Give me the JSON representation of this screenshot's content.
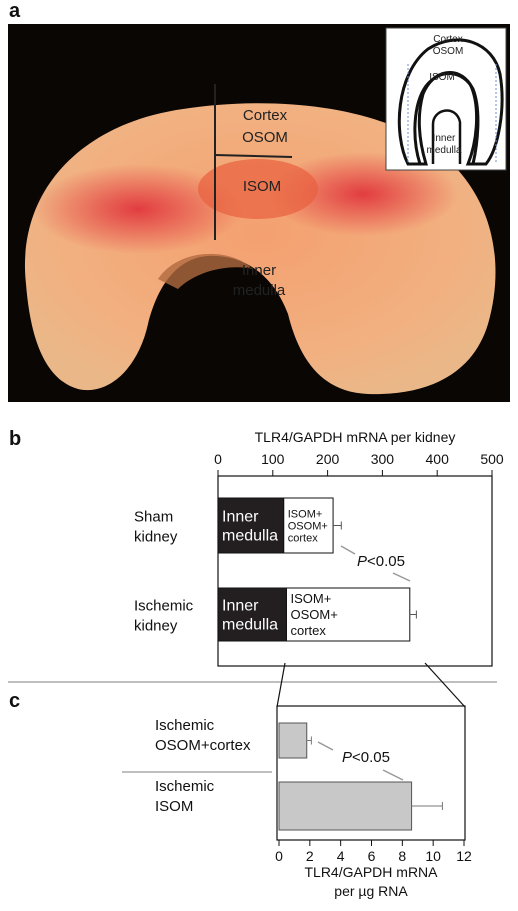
{
  "figure": {
    "panel_a_label": "a",
    "panel_b_label": "b",
    "panel_c_label": "c"
  },
  "photo": {
    "labels": {
      "cortex": "Cortex",
      "osom": "OSOM",
      "isom": "ISOM",
      "inner_medulla_1": "Inner",
      "inner_medulla_2": "medulla"
    },
    "inset": {
      "cortex": "Cortex",
      "osom": "OSOM",
      "isom": "ISOM",
      "inner_medulla_1": "Inner",
      "inner_medulla_2": "medulla"
    }
  },
  "chart_data": [
    {
      "type": "bar",
      "stacked": true,
      "orientation": "horizontal",
      "panel": "b",
      "title": "TLR4/GAPDH mRNA per kidney",
      "xlim": [
        0,
        500
      ],
      "xticks": [
        "0",
        "100",
        "200",
        "300",
        "400",
        "500"
      ],
      "categories": [
        {
          "lines": [
            "Sham",
            "kidney"
          ]
        },
        {
          "lines": [
            "Ischemic",
            "kidney"
          ]
        }
      ],
      "series": [
        {
          "name": "Inner medulla",
          "label_lines": [
            "Inner",
            "medulla"
          ],
          "values": [
            120,
            125
          ],
          "color": "#231f20"
        },
        {
          "name": "ISOM+OSOM+cortex",
          "label_lines": [
            "ISOM+",
            "OSOM+",
            "cortex"
          ],
          "values": [
            90,
            225
          ],
          "color": "#ffffff"
        }
      ],
      "error": [
        15,
        12
      ],
      "annotation": {
        "prefix": "P",
        "text": "<0.05"
      }
    },
    {
      "type": "bar",
      "orientation": "horizontal",
      "panel": "c",
      "xlabel_line1": "TLR4/GAPDH mRNA",
      "xlabel_line2": "per µg RNA",
      "xlim": [
        0,
        12
      ],
      "xticks": [
        "0",
        "2",
        "4",
        "6",
        "8",
        "10",
        "12"
      ],
      "categories": [
        {
          "lines": [
            "Ischemic",
            "OSOM+cortex"
          ]
        },
        {
          "lines": [
            "Ischemic",
            "ISOM"
          ]
        }
      ],
      "values": [
        1.8,
        8.6
      ],
      "error": [
        0.3,
        2.0
      ],
      "color": "#c8c8c8",
      "annotation": {
        "prefix": "P",
        "text": "<0.05"
      }
    }
  ]
}
